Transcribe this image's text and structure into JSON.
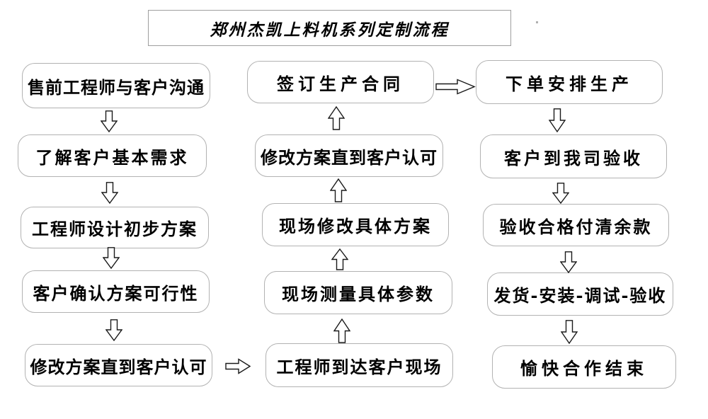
{
  "title": "郑州杰凯上料机系列定制流程",
  "colors": {
    "background": "#ffffff",
    "box_border": "#b2b2b2",
    "title_border": "#9e9e9e",
    "text": "#000000",
    "arrow_outline": "#1a1a1a",
    "arrow_fill": "#ffffff"
  },
  "flow": {
    "left_column": {
      "direction": "top-to-bottom",
      "items": [
        {
          "label": "售前工程师与客户沟通"
        },
        {
          "label": "了解客户基本需求"
        },
        {
          "label": "工程师设计初步方案"
        },
        {
          "label": "客户确认方案可行性"
        },
        {
          "label": "修改方案直到客户认可"
        }
      ]
    },
    "middle_column": {
      "direction": "bottom-to-top",
      "items": [
        {
          "label": "签订生产合同"
        },
        {
          "label": "修改方案直到客户认可"
        },
        {
          "label": "现场修改具体方案"
        },
        {
          "label": "现场测量具体参数"
        },
        {
          "label": "工程师到达客户现场"
        }
      ]
    },
    "right_column": {
      "direction": "top-to-bottom",
      "items": [
        {
          "label": "下单安排生产"
        },
        {
          "label": "客户到我司验收"
        },
        {
          "label": "验收合格付清余款"
        },
        {
          "label": "发货-安装-调试-验收"
        },
        {
          "label": "愉快合作结束"
        }
      ]
    }
  }
}
